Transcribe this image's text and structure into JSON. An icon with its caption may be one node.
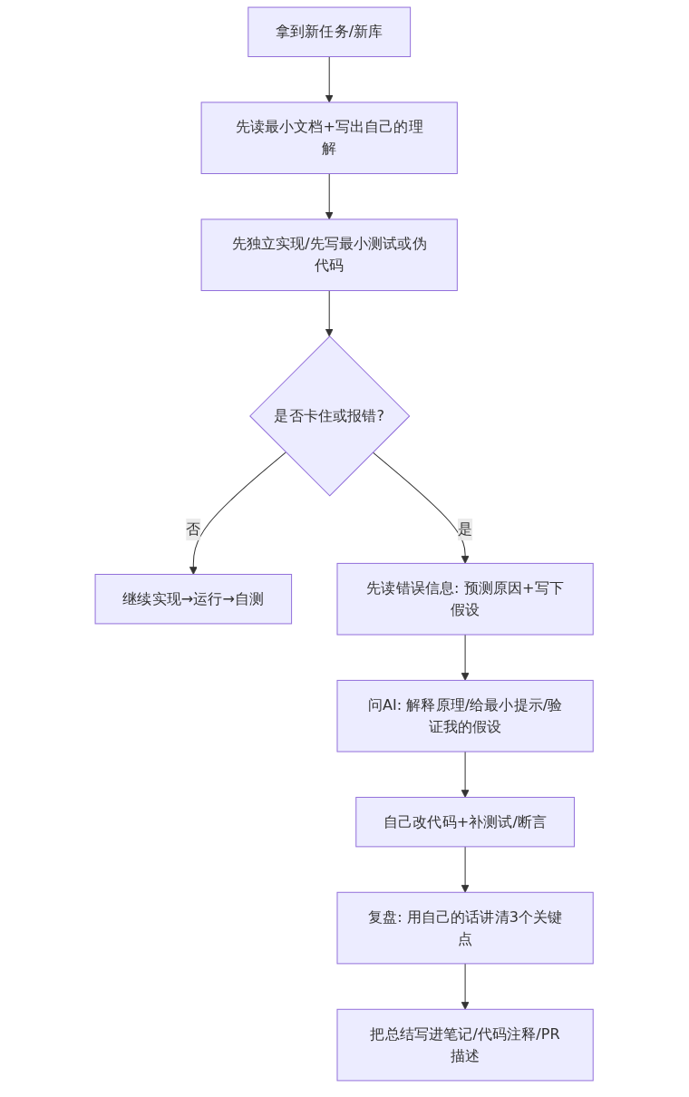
{
  "diagram": {
    "nodes": [
      {
        "text": [
          "拿到新任务/新库"
        ]
      },
      {
        "text": [
          "先读最小文档+写出自己的理解"
        ]
      },
      {
        "text": [
          "先独立实现/先写最小测试或伪代码"
        ]
      },
      {
        "text": [
          "是否卡住或报错?"
        ]
      },
      {
        "text": [
          "继续实现→运行→自测"
        ]
      },
      {
        "text": [
          "先读错误信息: 预测原因+写下假设"
        ]
      },
      {
        "text": [
          "问AI: 解释原理/给最小提示/验证我的假设"
        ]
      },
      {
        "text": [
          "自己改代码+补测试/断言"
        ]
      },
      {
        "text": [
          "复盘: 用自己的话讲清3个关键点"
        ]
      },
      {
        "text": [
          "把总结写进笔记/代码注释/PR描述"
        ]
      }
    ],
    "edges": [
      {
        "from": 0,
        "to": 1,
        "arrow": "to"
      },
      {
        "from": 1,
        "to": 2,
        "arrow": "to"
      },
      {
        "from": 2,
        "to": 3,
        "arrow": "to"
      },
      {
        "from": 3,
        "to": 4,
        "arrow": "to",
        "label": "否"
      },
      {
        "from": 3,
        "to": 5,
        "arrow": "to",
        "label": "是"
      },
      {
        "from": 5,
        "to": 6,
        "arrow": "to"
      },
      {
        "from": 6,
        "to": 7,
        "arrow": "to"
      },
      {
        "from": 7,
        "to": 8,
        "arrow": "to"
      },
      {
        "from": 8,
        "to": 9,
        "arrow": "to"
      }
    ]
  }
}
